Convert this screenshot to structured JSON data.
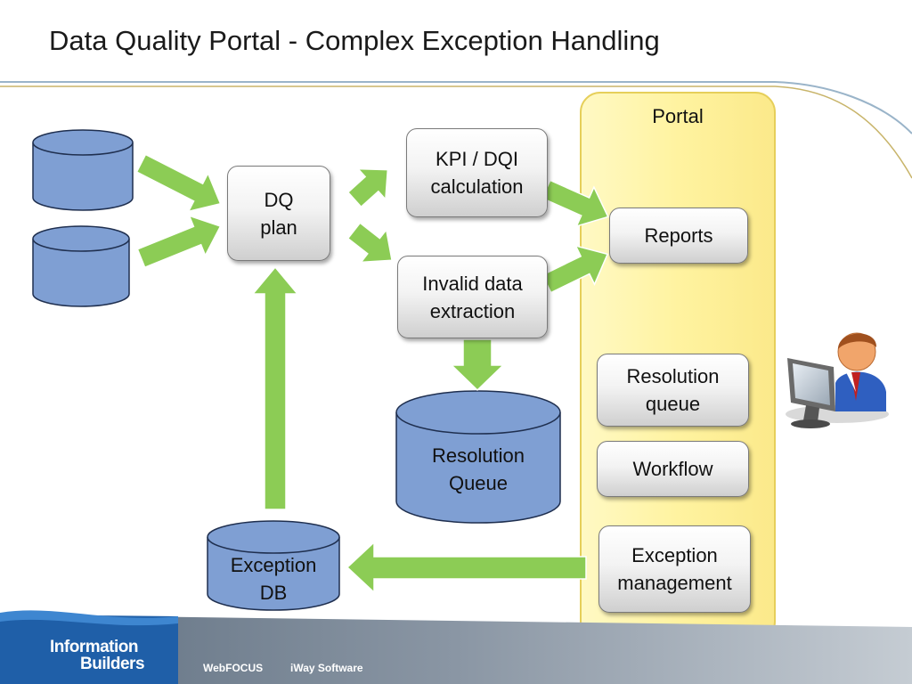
{
  "slide": {
    "title": "Data Quality Portal - Complex Exception Handling"
  },
  "portal": {
    "label": "Portal",
    "items": [
      {
        "id": "reports",
        "label": "Reports"
      },
      {
        "id": "resolution-queue",
        "label": "Resolution\nqueue"
      },
      {
        "id": "workflow",
        "label": "Workflow"
      },
      {
        "id": "exception-management",
        "label": "Exception\nmanagement"
      }
    ]
  },
  "process": {
    "dq_plan": "DQ\nplan",
    "kpi": "KPI / DQI\ncalculation",
    "invalid": "Invalid data\nextraction"
  },
  "stores": {
    "resolution_queue": "Resolution\nQueue",
    "exception_db": "Exception\nDB"
  },
  "footer": {
    "logo_line1": "Information",
    "logo_line2": "Builders",
    "product1": "WebFOCUS",
    "product2": "iWay Software"
  },
  "colors": {
    "cylinder_fill": "#7f9fd3",
    "arrow_fill": "#8ccc55",
    "portal_fill": "#fff7a8",
    "footer_blue": "#1f5fa8"
  },
  "icons": {
    "user": "user-at-computer-icon"
  }
}
